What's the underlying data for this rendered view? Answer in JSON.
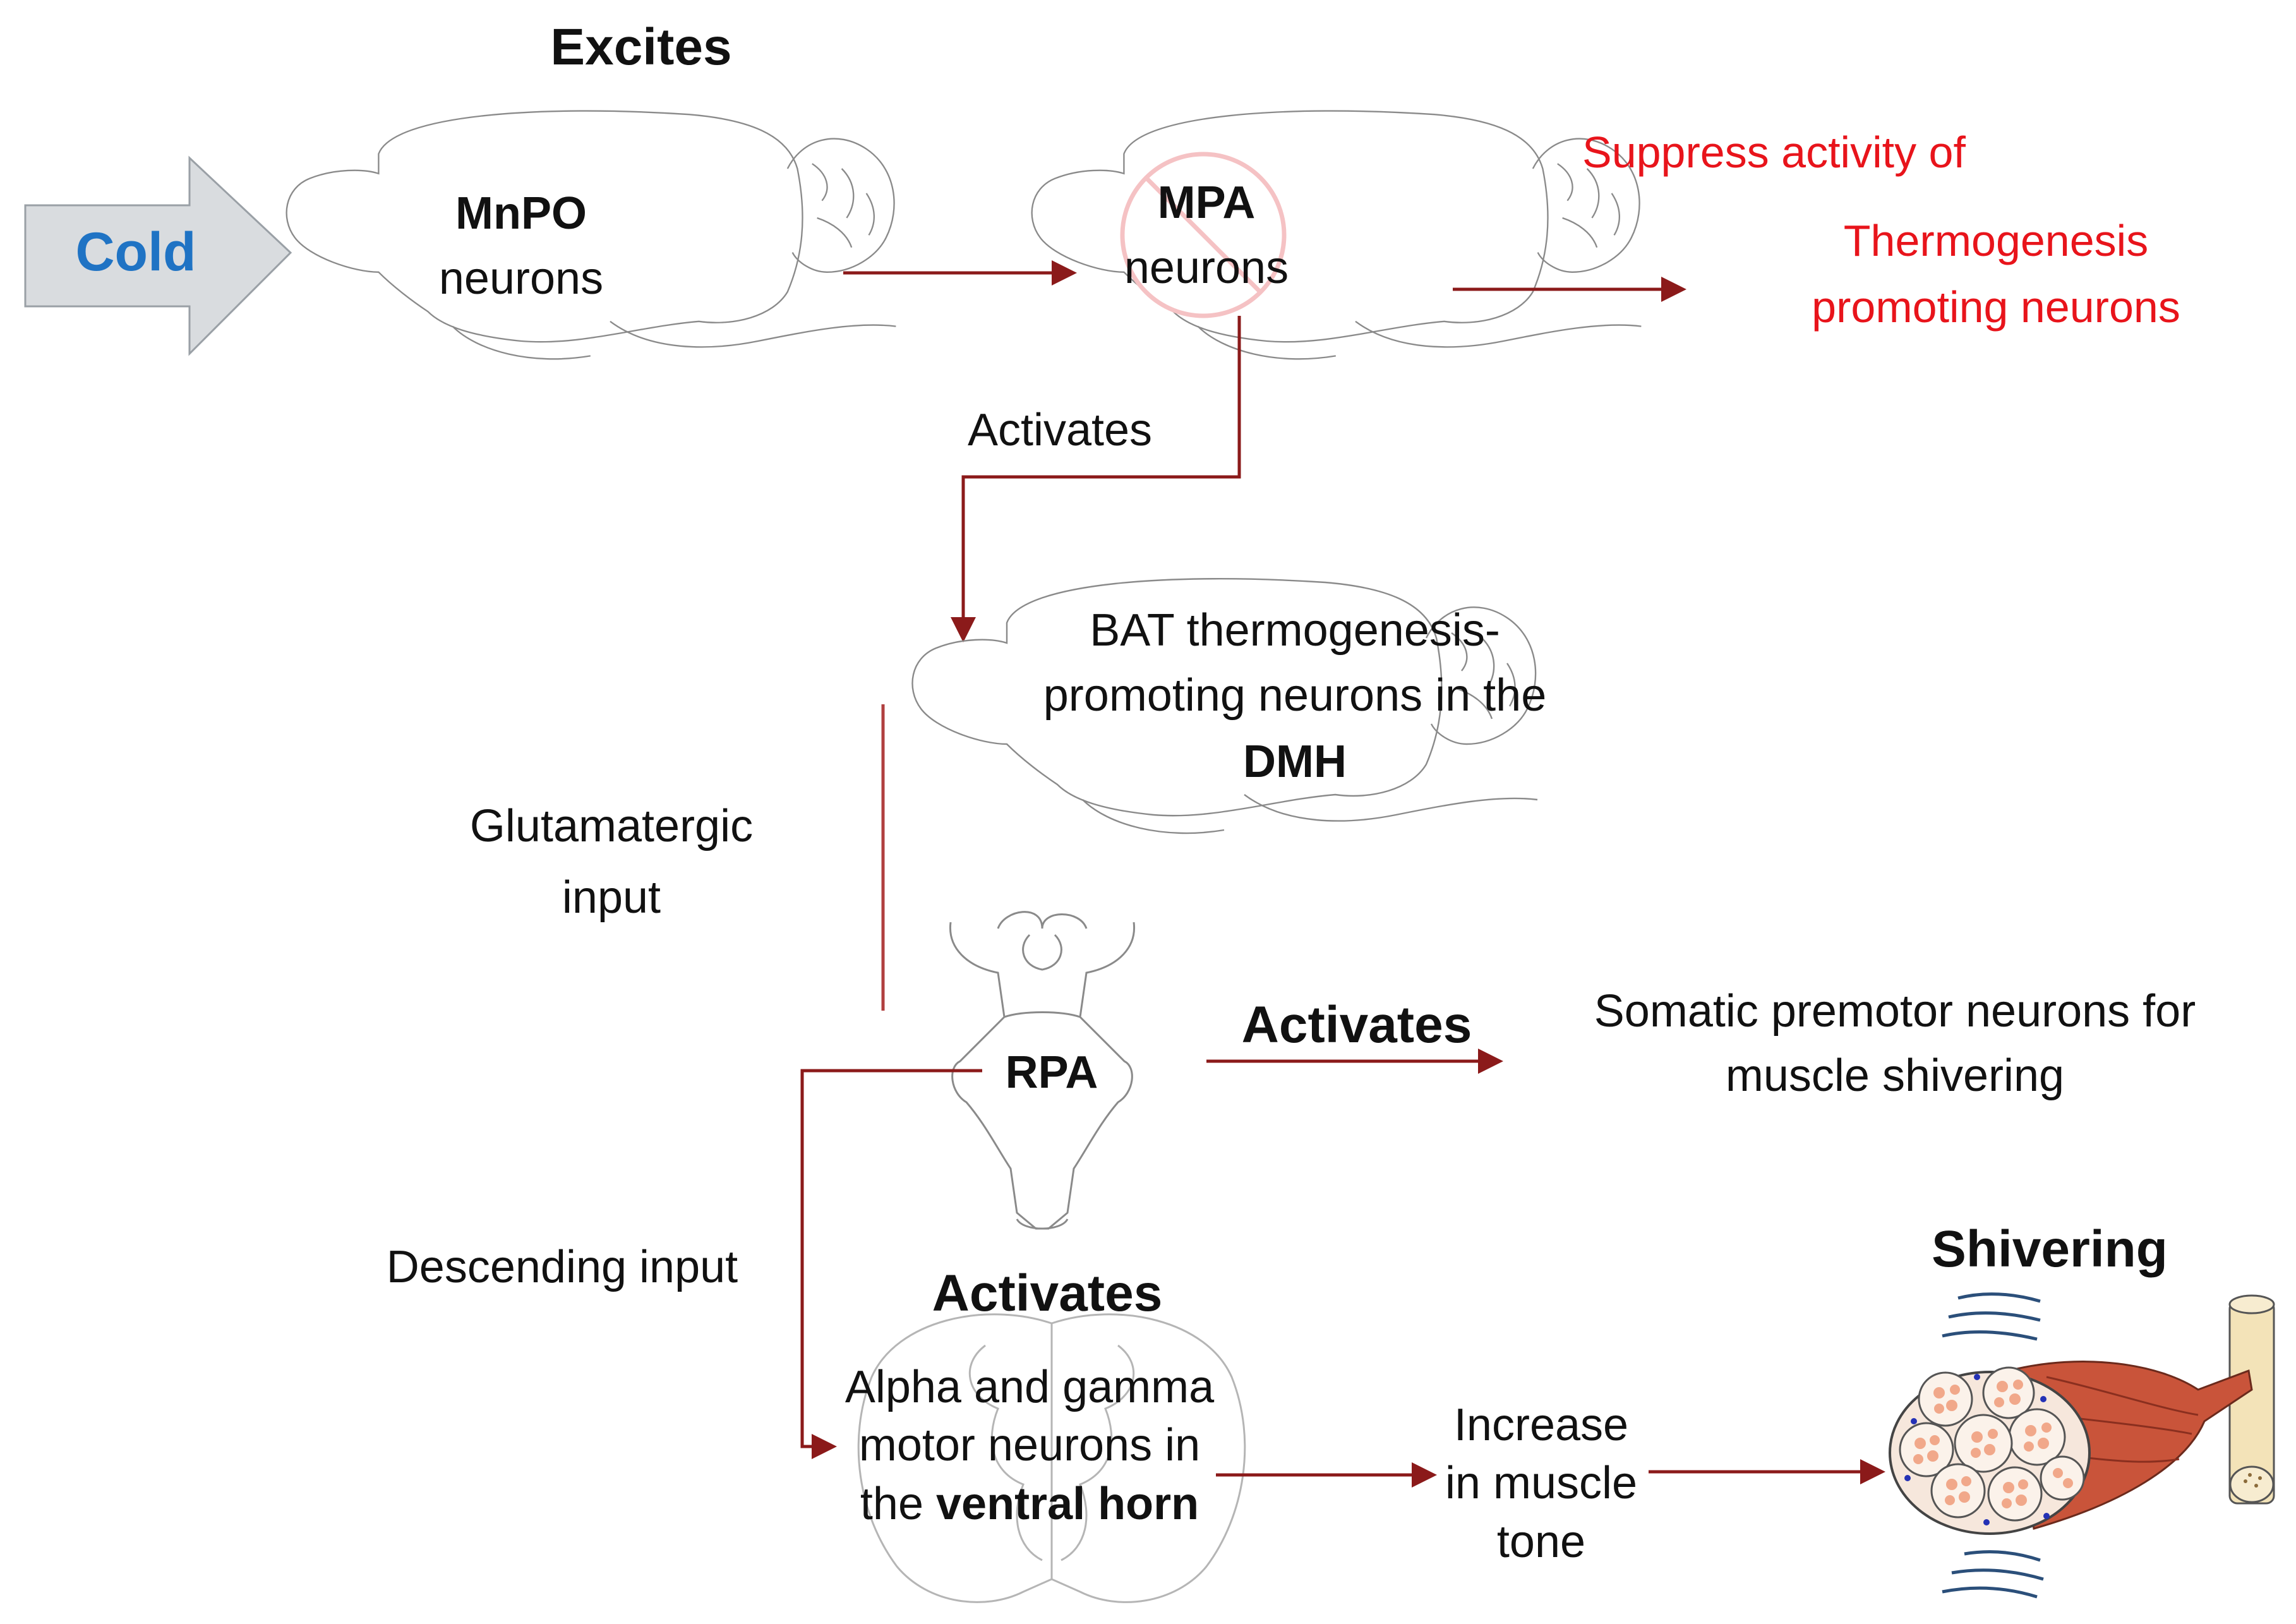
{
  "labels": {
    "excites": "Excites",
    "cold": "Cold",
    "mnpo_line1": "MnPO",
    "mnpo_line2": "neurons",
    "mpa_line1": "MPA",
    "mpa_line2": "neurons",
    "suppress": "Suppress activity of",
    "thermo_line1": "Thermogenesis",
    "thermo_line2": "promoting neurons",
    "activates_1": "Activates",
    "dmh_line1": "BAT thermogenesis-",
    "dmh_line2": "promoting neurons in the",
    "dmh_line3": "DMH",
    "glut_line1": "Glutamatergic",
    "glut_line2": "input",
    "rpa": "RPA",
    "activates_2": "Activates",
    "somatic_line1": "Somatic premotor neurons for",
    "somatic_line2": "muscle shivering",
    "descending": "Descending input",
    "activates_3": "Activates",
    "alpha_line1": "Alpha and gamma",
    "alpha_line2": "motor neurons in",
    "alpha_line3_pre": "the ",
    "alpha_line3_bold": "ventral horn",
    "increase_line1": "Increase",
    "increase_line2": "in muscle",
    "increase_line3": "tone",
    "shivering": "Shivering"
  },
  "colors": {
    "arrow": "#8b1a1a",
    "red_text": "#e8141b",
    "cold_text": "#1f73c4",
    "cold_arrow_fill": "#d9dcdf",
    "muscle": "#c9543a",
    "muscle_fiber": "#f1a88a"
  },
  "icons": [
    "brain-outline",
    "brainstem-outline",
    "spinal-cord-outline",
    "muscle-bundle",
    "bone",
    "no-symbol",
    "vibration-lines"
  ]
}
